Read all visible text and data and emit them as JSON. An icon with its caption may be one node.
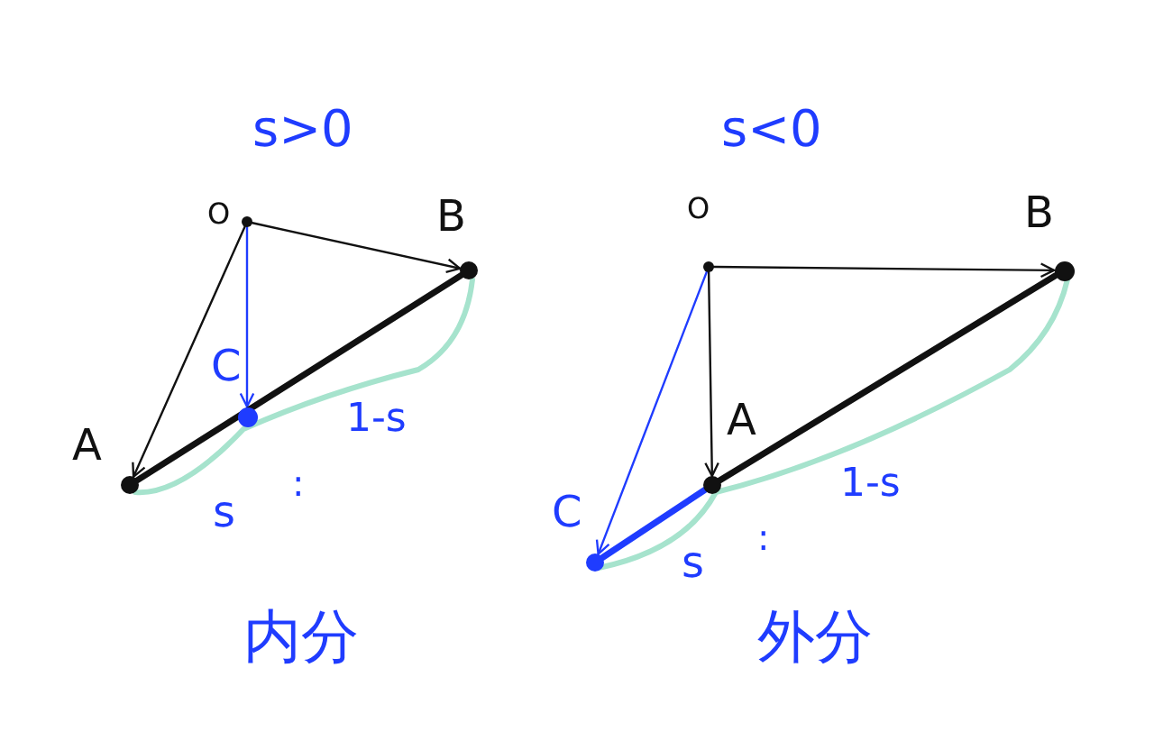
{
  "diagram": {
    "nodes": [
      {
        "text": [],
        "shape": "circle",
        "beside": [
          "O"
        ]
      },
      {
        "text": [],
        "shape": "circle",
        "beside": [
          "A"
        ]
      },
      {
        "text": [],
        "shape": "circle",
        "beside": [
          "B"
        ]
      },
      {
        "text": [],
        "shape": "circle",
        "beside": [
          "C"
        ]
      },
      {
        "text": [],
        "shape": "circle",
        "beside": [
          "O"
        ]
      },
      {
        "text": [],
        "shape": "circle",
        "beside": [
          "A"
        ]
      },
      {
        "text": [],
        "shape": "circle",
        "beside": [
          "B"
        ]
      },
      {
        "text": [],
        "shape": "circle",
        "beside": [
          "C"
        ]
      }
    ],
    "edges": [
      {
        "from": 0,
        "to": 1,
        "arrow": "to"
      },
      {
        "from": 0,
        "to": 2,
        "arrow": "to"
      },
      {
        "from": 0,
        "to": 3,
        "arrow": "to",
        "color": "#1f3cff"
      },
      {
        "from": 1,
        "to": 2,
        "arrow": "none",
        "style": "thick"
      },
      {
        "from": 4,
        "to": 5,
        "arrow": "to"
      },
      {
        "from": 4,
        "to": 6,
        "arrow": "to"
      },
      {
        "from": 4,
        "to": 7,
        "arrow": "to",
        "color": "#1f3cff"
      },
      {
        "from": 5,
        "to": 6,
        "arrow": "none",
        "style": "thick"
      },
      {
        "from": 7,
        "to": 5,
        "arrow": "none",
        "style": "thick",
        "color": "#1f3cff"
      }
    ],
    "labels": [
      "s>0",
      "s<0",
      "1-s",
      "s",
      ":",
      "1-s",
      "s",
      ":",
      "内分",
      "外分"
    ]
  }
}
